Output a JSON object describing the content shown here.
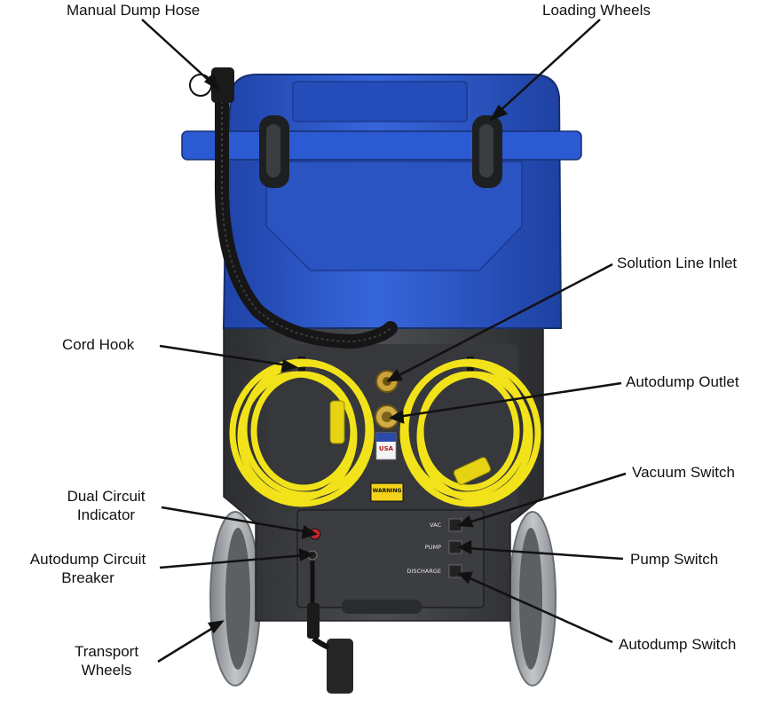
{
  "colors": {
    "tank_blue": "#2f5bd0",
    "tank_blue_dark": "#1d3f9e",
    "base_gray": "#3d3f42",
    "cord_yellow": "#f2e21a",
    "wheel_gray": "#a9adb0",
    "brass": "#c9a23a"
  },
  "callouts": {
    "manual_dump_hose": "Manual Dump Hose",
    "loading_wheels": "Loading Wheels",
    "solution_line_inlet": "Solution Line Inlet",
    "cord_hook": "Cord Hook",
    "autodump_outlet": "Autodump Outlet",
    "vacuum_switch": "Vacuum Switch",
    "dual_circuit_line1": "Dual Circuit",
    "dual_circuit_line2": "Indicator",
    "autodump_breaker_line1": "Autodump Circuit",
    "autodump_breaker_line2": "Breaker",
    "pump_switch": "Pump Switch",
    "transport_wheels_line1": "Transport",
    "transport_wheels_line2": "Wheels",
    "autodump_switch": "Autodump Switch"
  },
  "panel": {
    "vac": "VAC",
    "pump": "PUMP",
    "discharge": "DISCHARGE",
    "warning": "WARNING",
    "usa": "USA"
  }
}
